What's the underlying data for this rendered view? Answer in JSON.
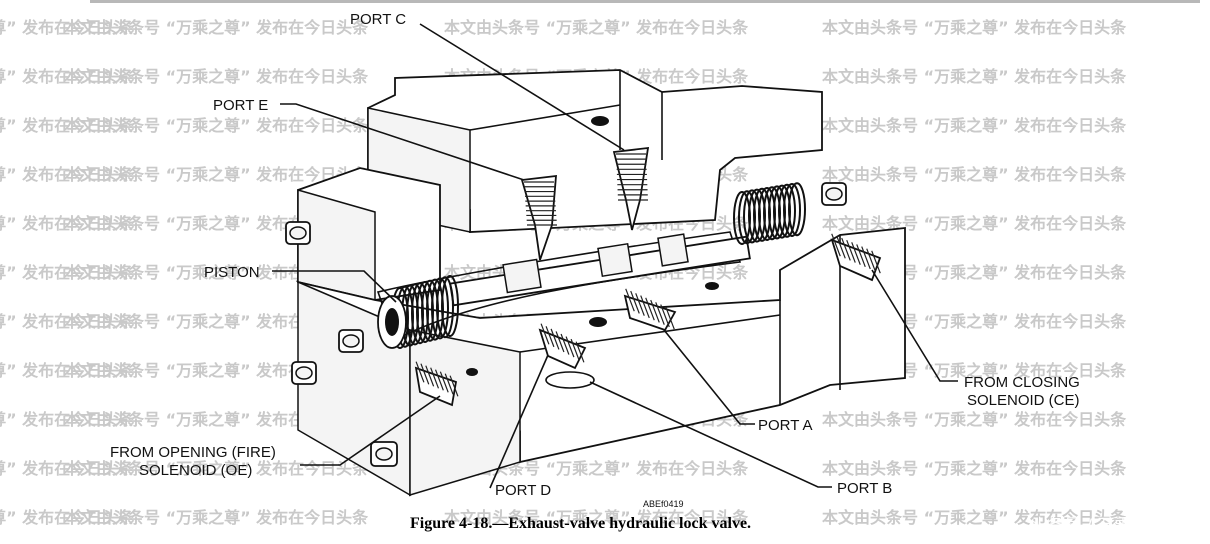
{
  "watermark": {
    "text": "本文由头条号 “万乘之尊” 发布在今日头条",
    "corner_text": "头条号 / 万乘之尊"
  },
  "labels": {
    "port_c": "PORT C",
    "port_e": "PORT E",
    "piston": "PISTON",
    "opening_line1": "FROM OPENING (FIRE)",
    "opening_line2": "SOLENOID (OE)",
    "port_d": "PORT D",
    "port_a": "PORT A",
    "port_b": "PORT B",
    "closing_line1": "FROM CLOSING",
    "closing_line2": "SOLENOID (CE)"
  },
  "figure": {
    "code": "ABEf0419",
    "caption": "Figure 4-18.—Exhaust-valve hydraulic lock valve."
  }
}
